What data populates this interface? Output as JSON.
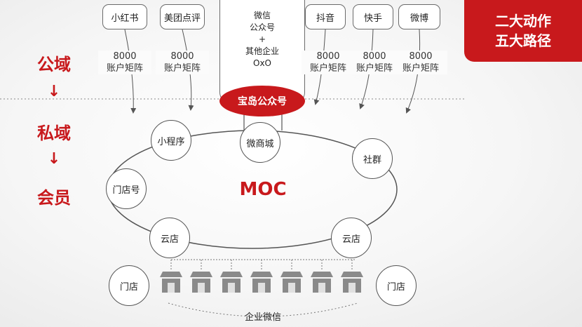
{
  "platforms": {
    "xiaohongshu": "小红书",
    "meituan": "美团点评",
    "douyin": "抖音",
    "kuaishou": "快手",
    "weibo": "微博"
  },
  "wechat_box": {
    "line1": "微信",
    "line2": "公众号",
    "line3": "+",
    "line4": "其他企业",
    "line5": "OxO"
  },
  "stats": {
    "count": "8000",
    "label": "账户矩阵"
  },
  "red_panel": {
    "line1": "二大动作",
    "line2": "五大路径"
  },
  "domains": {
    "public": "公域",
    "private": "私域",
    "member": "会员",
    "arrow": "↓"
  },
  "hub": "宝岛公众号",
  "ring": {
    "center": "MOC",
    "mini_program": "小程序",
    "wei_mall": "微商城",
    "community": "社群",
    "store_account": "门店号",
    "cloud_store_left": "云店",
    "cloud_store_right": "云店"
  },
  "bottom": {
    "store_left": "门店",
    "store_right": "门店",
    "wecom": "企业微信"
  },
  "colors": {
    "accent": "#c8191c",
    "shop": "#8a8a8a"
  }
}
